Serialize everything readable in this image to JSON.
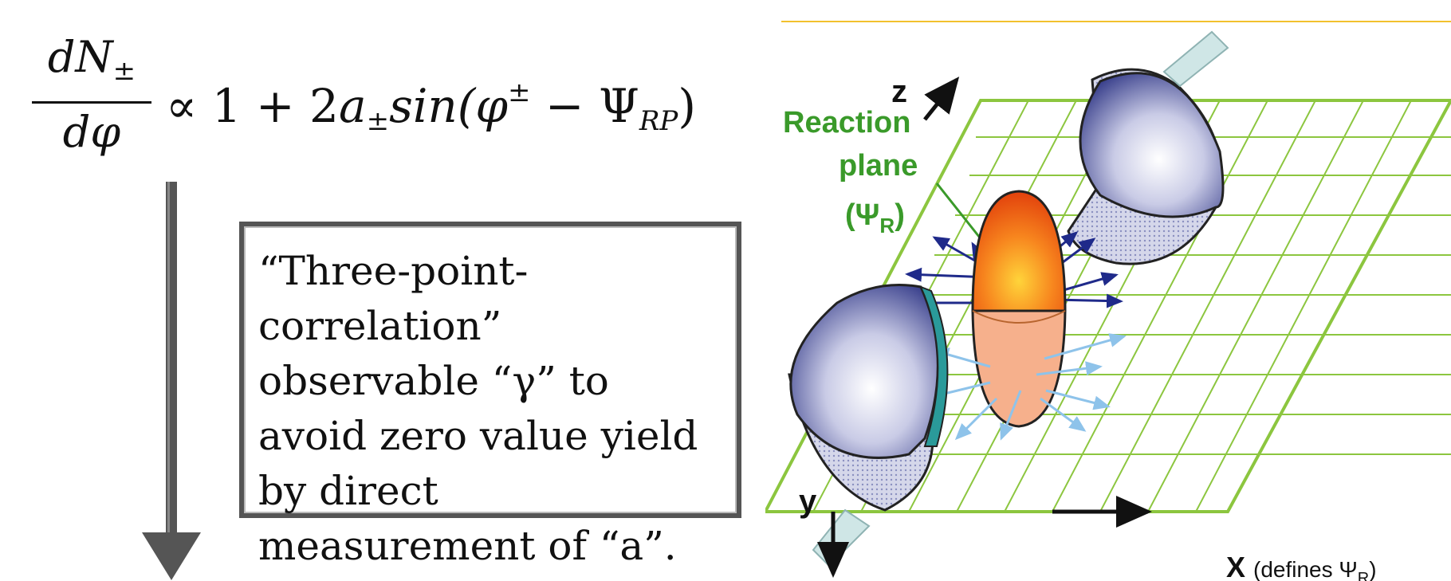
{
  "formula": {
    "numerator": "dN",
    "numerator_sub": "±",
    "denominator": "dφ",
    "rhs_prefix": "∝ 1 + 2",
    "a": "a",
    "a_sub": "±",
    "sin": "sin",
    "phi": "(φ",
    "phi_sup": "±",
    "minus_psi": " − Ψ",
    "psi_sub": "RP",
    "close": ")"
  },
  "note": {
    "text": "“Three-point-correlation” observable “γ” to avoid zero value yield by direct measurement of “a”."
  },
  "diagram": {
    "z_label": "z",
    "y_label": "y",
    "x_label": "X",
    "x_note": "(defines Ψ",
    "x_note_sub": "R",
    "x_note_close": ")",
    "reaction_plane_line1": "Reaction",
    "reaction_plane_line2": "plane",
    "reaction_plane_line3": "(Ψ",
    "reaction_plane_sub": "R",
    "reaction_plane_close": ")",
    "colors": {
      "plane": "#8cc63f",
      "label_green": "#3a9a2a",
      "nucleus": "#3a3f8f",
      "fireball_top": "#f05a12",
      "fireball_bottom": "#f7b08a",
      "arrow_dark": "#1f2a8a",
      "arrow_light": "#8ec3ea",
      "rule": "#f2c12e"
    }
  }
}
